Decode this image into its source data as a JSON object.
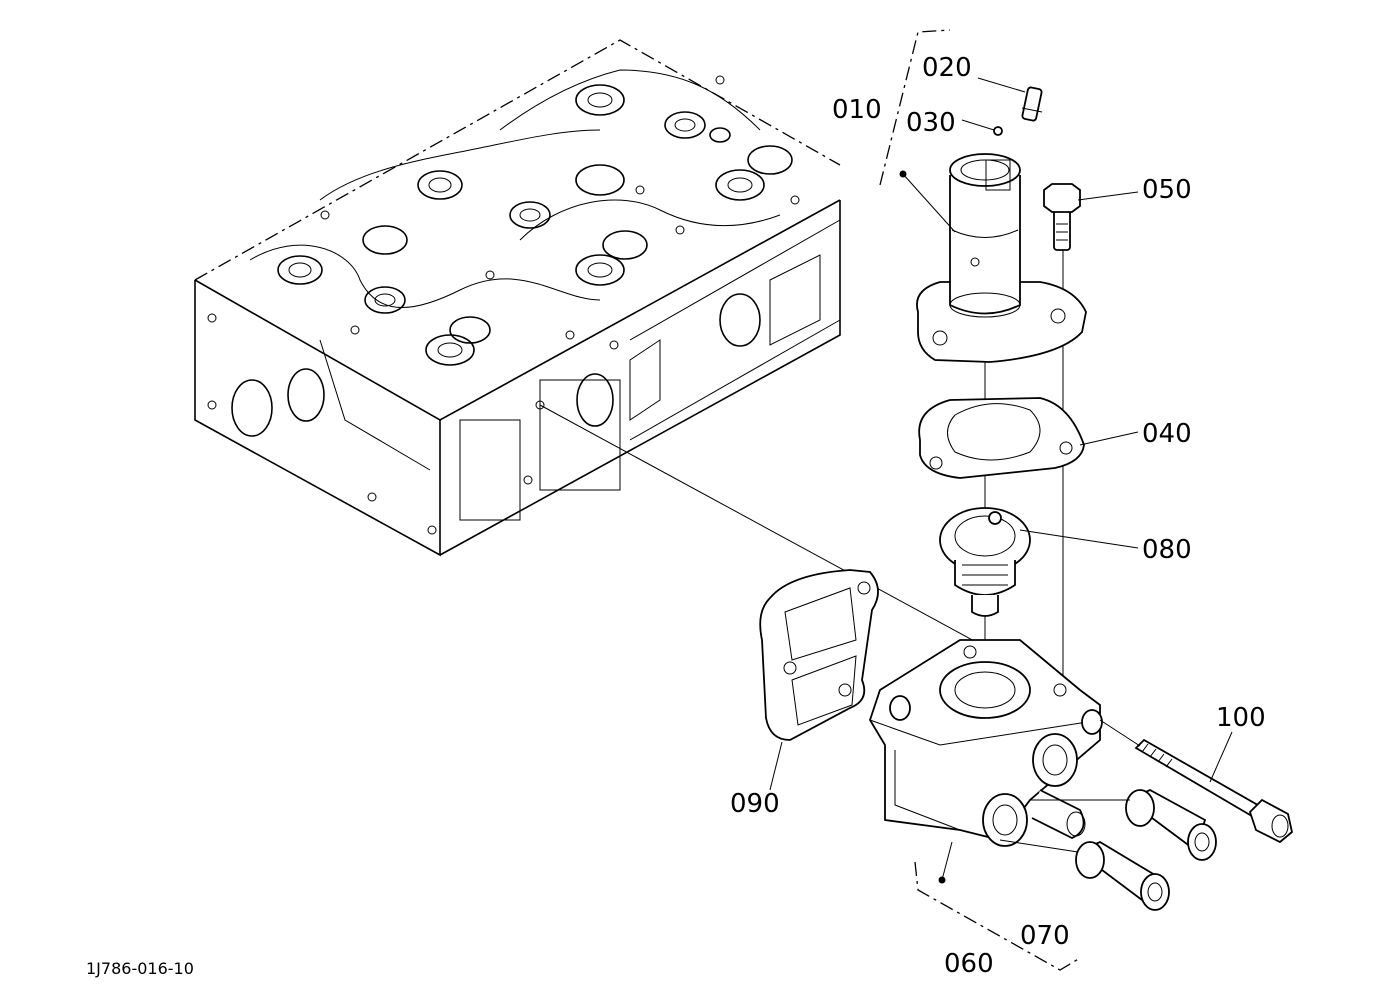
{
  "diagram": {
    "drawing_code": "1J786-016-10",
    "part_labels": {
      "p010": "010",
      "p020": "020",
      "p030": "030",
      "p040": "040",
      "p050": "050",
      "p060": "060",
      "p070": "070",
      "p080": "080",
      "p090": "090",
      "p100": "100"
    }
  }
}
